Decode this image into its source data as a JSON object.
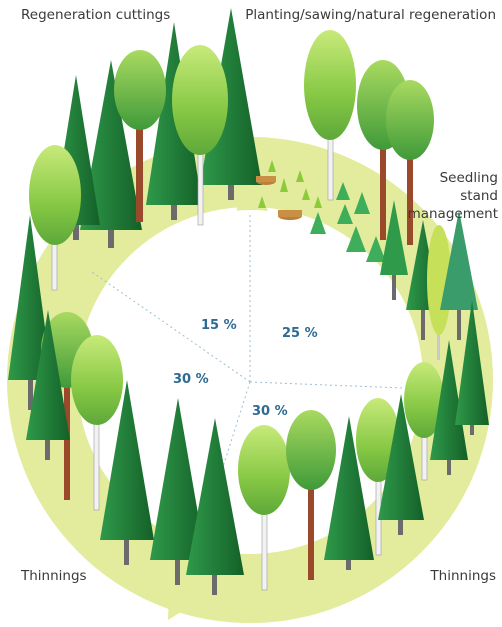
{
  "labels": {
    "regeneration_cuttings": "Regeneration cuttings",
    "planting": "Planting/sawing/natural regeneration",
    "seedling_line1": "Seedling",
    "seedling_line2": "stand",
    "seedling_line3": "management",
    "thinnings_left": "Thinnings",
    "thinnings_right": "Thinnings"
  },
  "percentages": {
    "p15": "15 %",
    "p25": "25 %",
    "p30_left": "30 %",
    "p30_bottom": "30 %"
  },
  "colors": {
    "cycle_ring": "#e2ec9c",
    "ring_shadow": "#d3df7e",
    "spruce": "#1f7a3a",
    "spruce_dark": "#15622c",
    "birch_leaf": "#8fce45",
    "pine_leaf": "#4fab3c",
    "trunk_brown": "#9a4a2a",
    "trunk_grey": "#777777",
    "percent_text": "#2e6a93"
  }
}
